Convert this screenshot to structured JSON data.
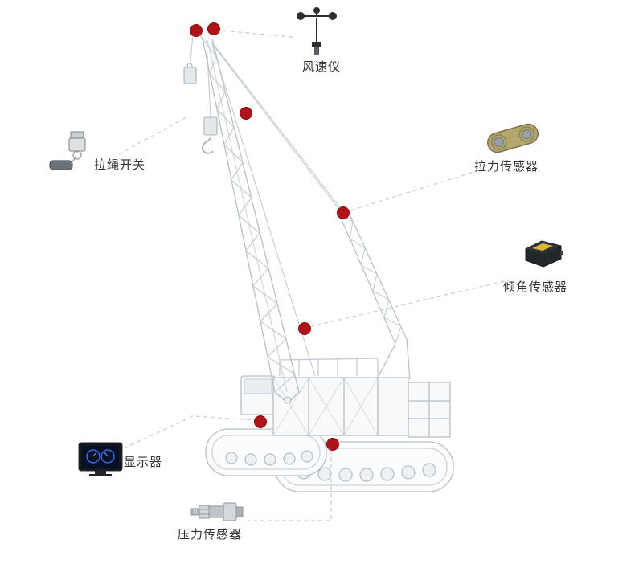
{
  "diagram_title": "crawler-crane-sensor-layout",
  "labels": {
    "anemometer": "风速仪",
    "rope_switch": "拉绳开关",
    "tension_sensor": "拉力传感器",
    "tilt_sensor": "倾角传感器",
    "display": "显示器",
    "pressure_sensor": "压力传感器"
  },
  "icons": {
    "anemometer": "anemometer-icon",
    "rope_switch": "pull-rope-switch-icon",
    "tension_sensor": "load-link-icon",
    "tilt_sensor": "tilt-sensor-box-icon",
    "display": "monitor-icon",
    "pressure_sensor": "pressure-transducer-icon"
  },
  "markers": [
    {
      "name": "marker-boom-head-left"
    },
    {
      "name": "marker-boom-head-right"
    },
    {
      "name": "marker-upper-boom"
    },
    {
      "name": "marker-jib-top"
    },
    {
      "name": "marker-mid-boom"
    },
    {
      "name": "marker-superstructure"
    },
    {
      "name": "marker-track"
    }
  ],
  "colors": {
    "marker": "#b01318",
    "marker_edge": "#8e0e12",
    "connector": "#cccccc",
    "label_text": "#333333",
    "line_art": "#b6c0c7"
  }
}
